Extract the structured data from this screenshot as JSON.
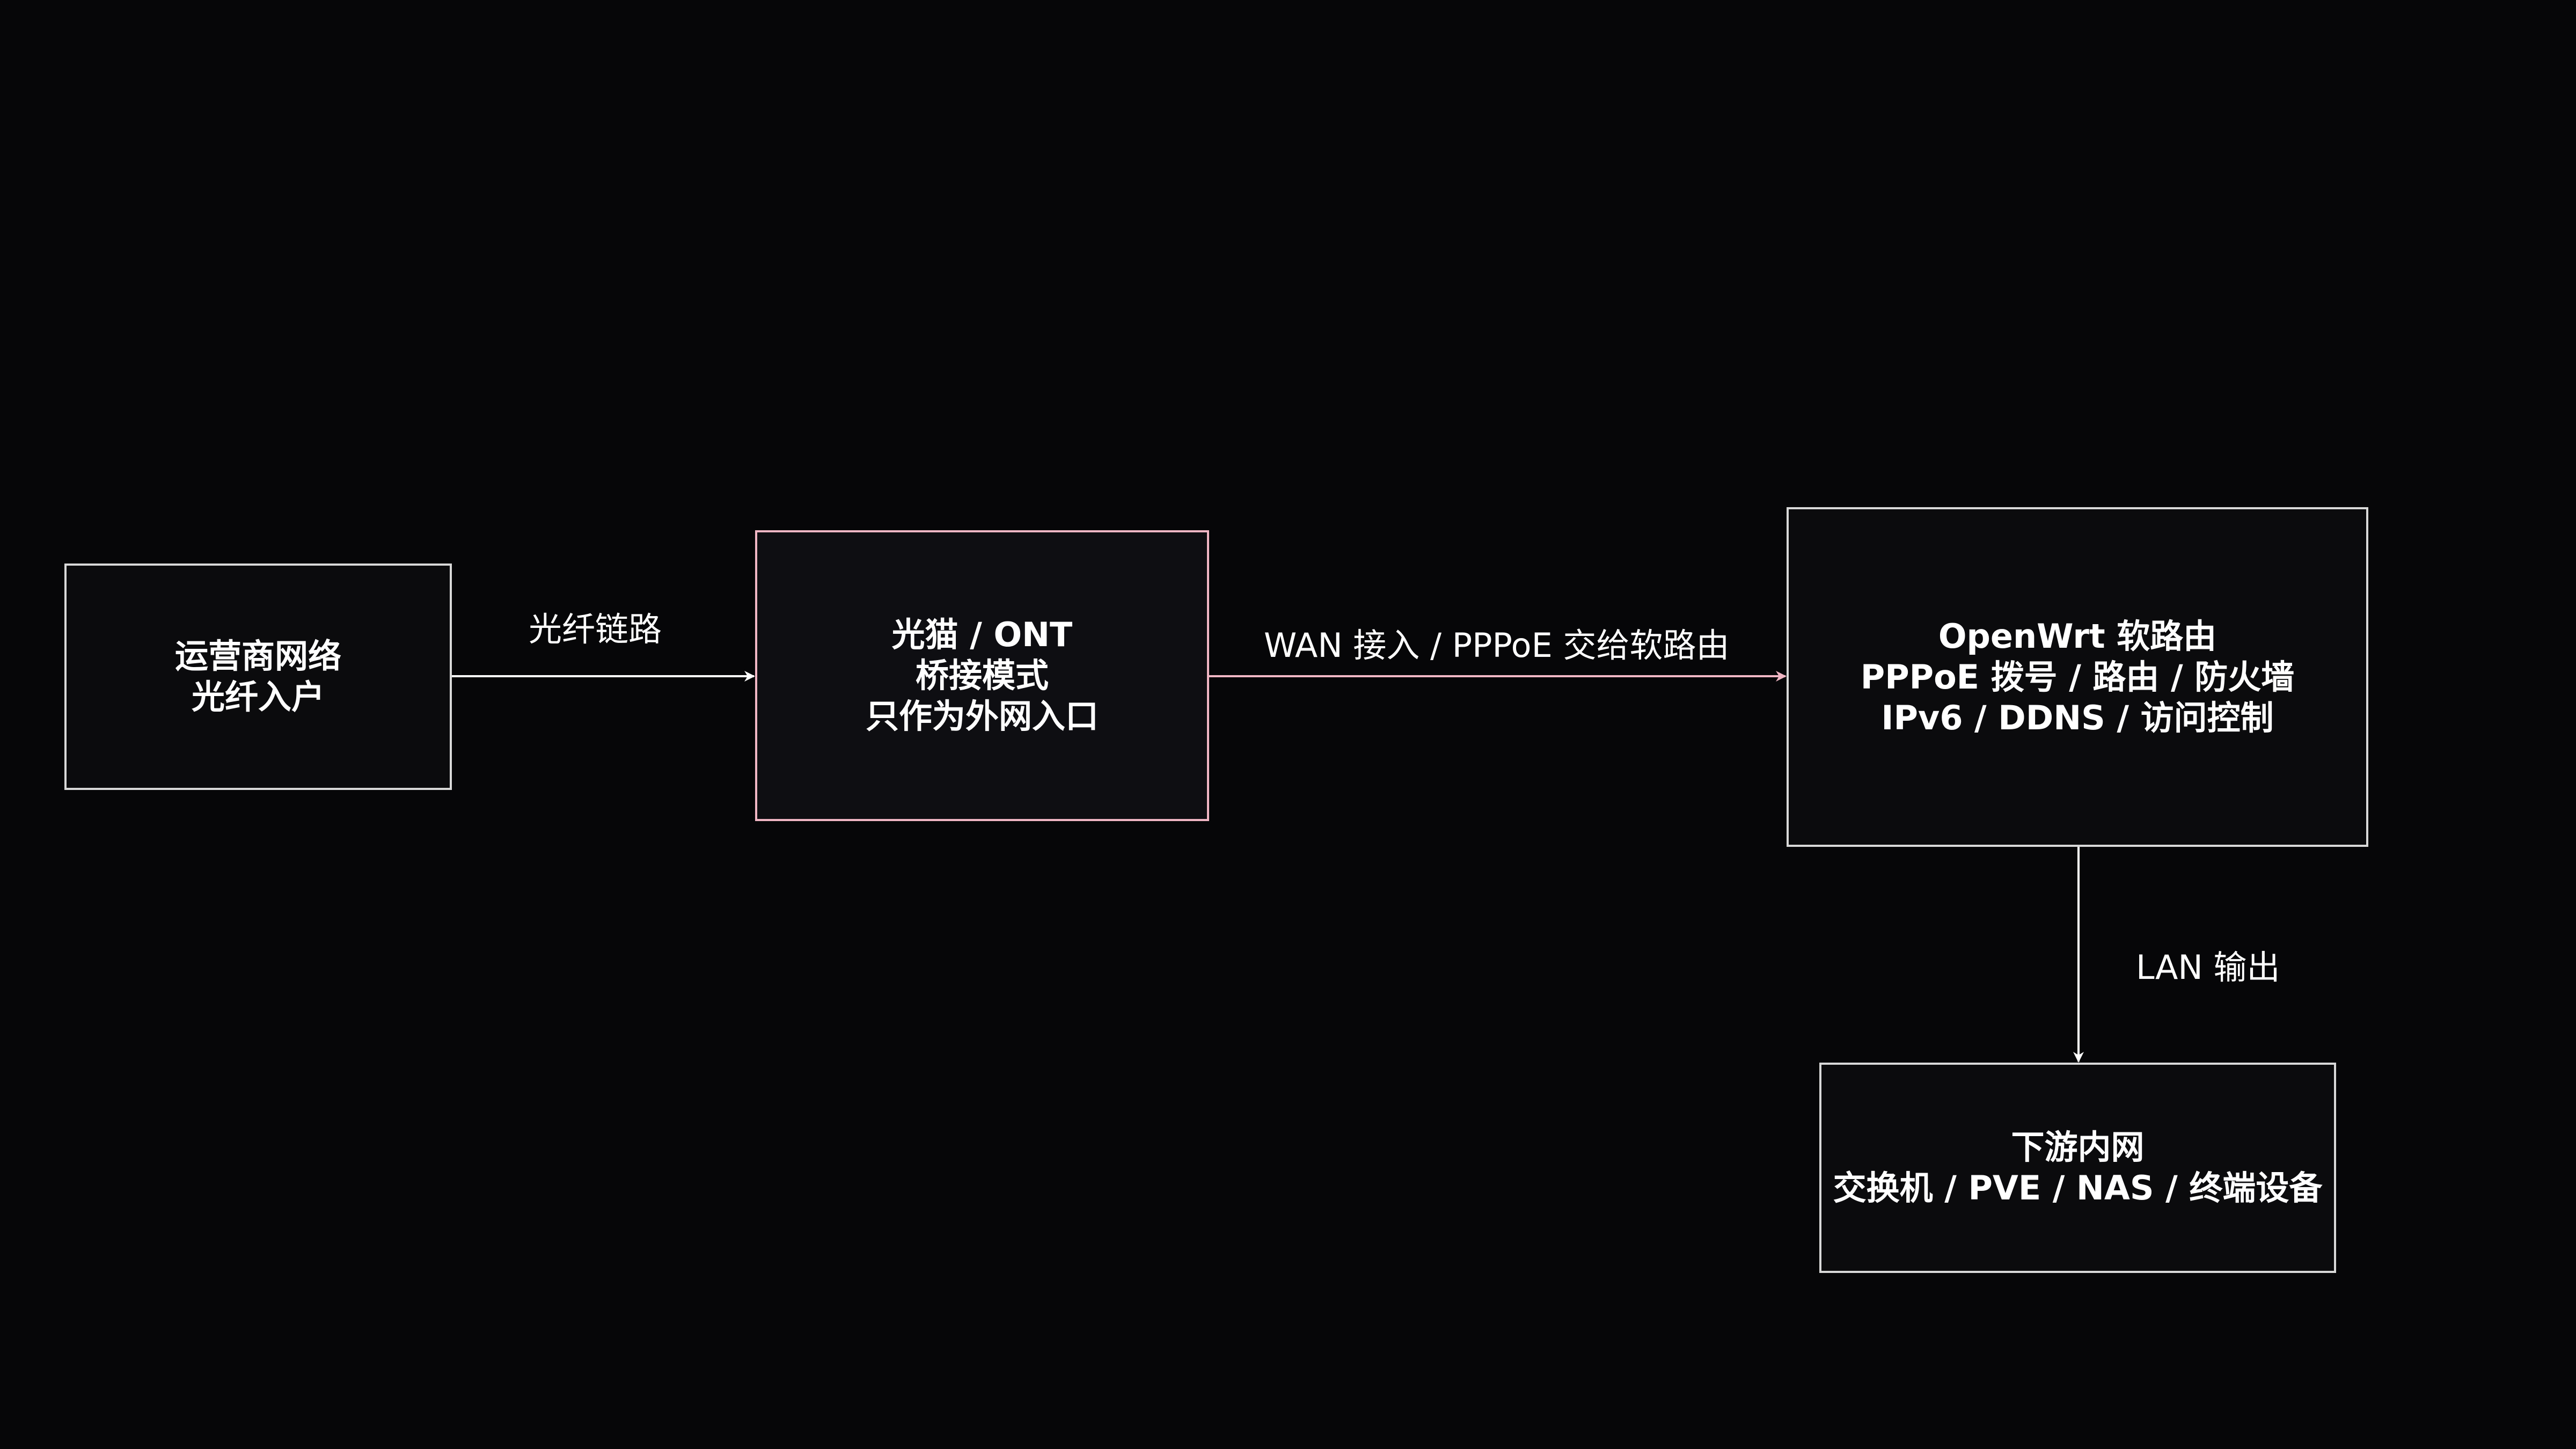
{
  "diagram": {
    "nodes": [
      {
        "id": "carrier",
        "lines": [
          "运营商网络",
          "光纤入户"
        ]
      },
      {
        "id": "ont",
        "lines": [
          "光猫 / ONT",
          "桥接模式",
          "只作为外网入口"
        ]
      },
      {
        "id": "openwrt",
        "lines": [
          "OpenWrt 软路由",
          "PPPoE 拨号 / 路由 / 防火墙",
          "IPv6 / DDNS / 访问控制"
        ]
      },
      {
        "id": "lan",
        "lines": [
          "下游内网",
          "交换机 / PVE / NAS / 终端设备"
        ]
      }
    ],
    "edges": [
      {
        "from": "carrier",
        "to": "ont",
        "label": "光纤链路"
      },
      {
        "from": "ont",
        "to": "openwrt",
        "label": "WAN 接入 / PPPoE 交给软路由"
      },
      {
        "from": "openwrt",
        "to": "lan",
        "label": "LAN 输出"
      }
    ],
    "colors": {
      "background": "#060608",
      "node_border": "#d8d8d8",
      "accent_border": "#f0b6c4",
      "white_edge": "#ffffff",
      "pink_edge": "#f0b6c4",
      "text": "#ffffff"
    }
  }
}
